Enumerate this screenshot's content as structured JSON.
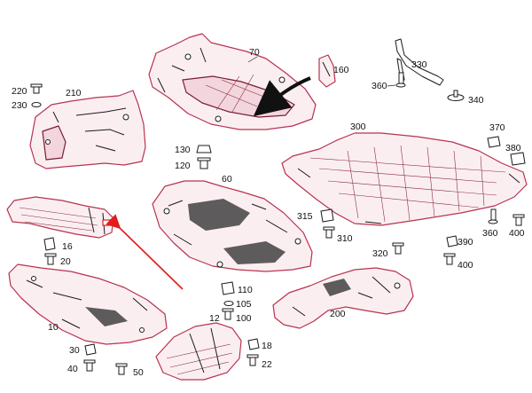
{
  "callouts": {
    "p10": "10",
    "p12": "12",
    "p16": "16",
    "p18": "18",
    "p20": "20",
    "p22": "22",
    "p30": "30",
    "p40": "40",
    "p50": "50",
    "p60": "60",
    "p70": "70",
    "p100": "100",
    "p105": "105",
    "p110": "110",
    "p120": "120",
    "p130": "130",
    "p160": "160",
    "p200": "200",
    "p210": "210",
    "p220": "220",
    "p230": "230",
    "p300": "300",
    "p310": "310",
    "p315": "315",
    "p320": "320",
    "p330": "330",
    "p340": "340",
    "p360a": "360",
    "p360b": "360",
    "p370": "370",
    "p380": "380",
    "p390": "390",
    "p400a": "400",
    "p400b": "400"
  },
  "colors": {
    "part_outline": "#b8334f",
    "part_fill": "#fbeef1",
    "highlight_arrow": "#e21b1b"
  }
}
